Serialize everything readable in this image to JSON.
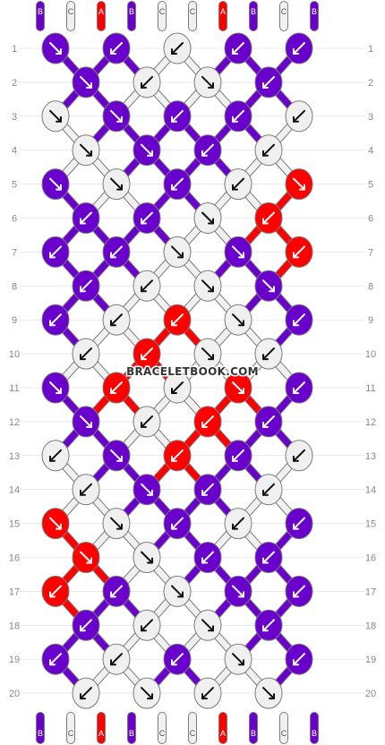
{
  "watermark": "BRACELETBOOK.COM",
  "colors": {
    "A": "#ff0000",
    "B": "#6a00cc",
    "C": "#f0f0f0",
    "outline": "#7a7a7a",
    "grid": "#dddddd"
  },
  "top_strings": [
    "B",
    "C",
    "A",
    "B",
    "C",
    "C",
    "A",
    "B",
    "C",
    "B"
  ],
  "bottom_strings": [
    "B",
    "C",
    "A",
    "B",
    "C",
    "C",
    "A",
    "B",
    "C",
    "B"
  ],
  "row_numbers": [
    "1",
    "2",
    "3",
    "4",
    "5",
    "6",
    "7",
    "8",
    "9",
    "10",
    "11",
    "12",
    "13",
    "14",
    "15",
    "16",
    "17",
    "18",
    "19",
    "20"
  ],
  "rows": [
    [
      [
        "B",
        "se"
      ],
      [
        "B",
        "sw"
      ],
      [
        "C",
        "sw"
      ],
      [
        "B",
        "sw"
      ],
      [
        "B",
        "sw"
      ]
    ],
    [
      [
        "B",
        "se"
      ],
      [
        "C",
        "sw"
      ],
      [
        "C",
        "se"
      ],
      [
        "B",
        "sw"
      ]
    ],
    [
      [
        "C",
        "se"
      ],
      [
        "B",
        "se"
      ],
      [
        "B",
        "sw"
      ],
      [
        "B",
        "sw"
      ],
      [
        "C",
        "sw"
      ]
    ],
    [
      [
        "C",
        "se"
      ],
      [
        "B",
        "se"
      ],
      [
        "B",
        "sw"
      ],
      [
        "C",
        "sw"
      ]
    ],
    [
      [
        "B",
        "se"
      ],
      [
        "C",
        "se"
      ],
      [
        "B",
        "sw"
      ],
      [
        "C",
        "sw"
      ],
      [
        "A",
        "se"
      ]
    ],
    [
      [
        "B",
        "sw"
      ],
      [
        "B",
        "sw"
      ],
      [
        "C",
        "se"
      ],
      [
        "A",
        "sw"
      ]
    ],
    [
      [
        "B",
        "sw"
      ],
      [
        "B",
        "sw"
      ],
      [
        "C",
        "se"
      ],
      [
        "B",
        "se"
      ],
      [
        "A",
        "sw"
      ]
    ],
    [
      [
        "B",
        "sw"
      ],
      [
        "C",
        "sw"
      ],
      [
        "C",
        "se"
      ],
      [
        "B",
        "se"
      ]
    ],
    [
      [
        "B",
        "sw"
      ],
      [
        "C",
        "sw"
      ],
      [
        "A",
        "sw"
      ],
      [
        "C",
        "se"
      ],
      [
        "B",
        "sw"
      ]
    ],
    [
      [
        "C",
        "sw"
      ],
      [
        "A",
        "sw"
      ],
      [
        "C",
        "se"
      ],
      [
        "C",
        "sw"
      ]
    ],
    [
      [
        "B",
        "se"
      ],
      [
        "A",
        "sw"
      ],
      [
        "C",
        "sw"
      ],
      [
        "A",
        "se"
      ],
      [
        "B",
        "sw"
      ]
    ],
    [
      [
        "B",
        "se"
      ],
      [
        "C",
        "sw"
      ],
      [
        "A",
        "sw"
      ],
      [
        "B",
        "sw"
      ]
    ],
    [
      [
        "C",
        "sw"
      ],
      [
        "B",
        "se"
      ],
      [
        "A",
        "sw"
      ],
      [
        "B",
        "sw"
      ],
      [
        "C",
        "sw"
      ]
    ],
    [
      [
        "C",
        "sw"
      ],
      [
        "B",
        "se"
      ],
      [
        "B",
        "sw"
      ],
      [
        "C",
        "sw"
      ]
    ],
    [
      [
        "A",
        "se"
      ],
      [
        "C",
        "se"
      ],
      [
        "B",
        "sw"
      ],
      [
        "C",
        "sw"
      ],
      [
        "B",
        "sw"
      ]
    ],
    [
      [
        "A",
        "se"
      ],
      [
        "C",
        "se"
      ],
      [
        "B",
        "sw"
      ],
      [
        "B",
        "sw"
      ]
    ],
    [
      [
        "A",
        "sw"
      ],
      [
        "B",
        "sw"
      ],
      [
        "C",
        "se"
      ],
      [
        "B",
        "se"
      ],
      [
        "B",
        "sw"
      ]
    ],
    [
      [
        "B",
        "sw"
      ],
      [
        "C",
        "sw"
      ],
      [
        "C",
        "se"
      ],
      [
        "B",
        "sw"
      ]
    ],
    [
      [
        "B",
        "sw"
      ],
      [
        "C",
        "sw"
      ],
      [
        "B",
        "sw"
      ],
      [
        "C",
        "se"
      ],
      [
        "B",
        "sw"
      ]
    ],
    [
      [
        "C",
        "sw"
      ],
      [
        "C",
        "se"
      ],
      [
        "C",
        "sw"
      ],
      [
        "C",
        "se"
      ]
    ]
  ]
}
